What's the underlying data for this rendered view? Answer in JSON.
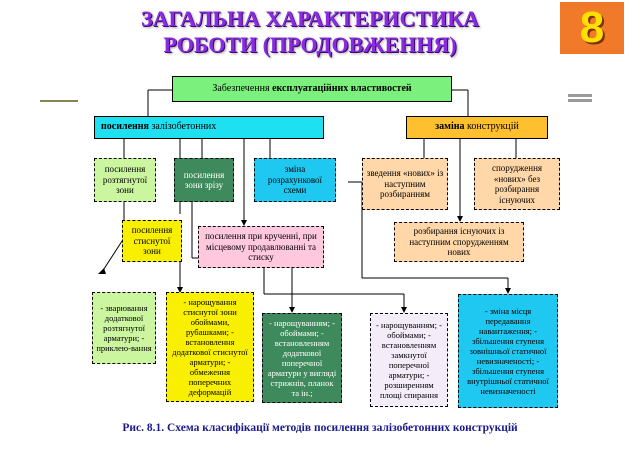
{
  "header": {
    "title_line1": "ЗАГАЛЬНА ХАРАКТЕРИСТИКА",
    "title_line2": "РОБОТИ (ПРОДОВЖЕННЯ)",
    "badge": "8"
  },
  "diagram": {
    "root": {
      "pre": "Забезпечення ",
      "bold": "експлуатаційних властивостей"
    },
    "left_branch": {
      "bold": "посилення",
      "post": " залізобетонних"
    },
    "right_branch": {
      "bold": "заміна",
      "post": " конструкцій"
    },
    "stretched_zone": "посилення розтягнутої зони",
    "shear_zone": "посилення зони зрізу",
    "scheme_change": "зміна розрахункової схеми",
    "build_new_dismantle": "зведення «нових» із наступним розбиранням",
    "build_new_no_dismantle": "спорудження «нових» без розбирання існуючих",
    "compressed_zone": "посилення стиснутої зони",
    "torsion": "посилення при крученні, при місцевому продавлюванні та стиску",
    "dismantle_existing": "розбирання існуючих із наступним спорудженням нових",
    "methods_stretched": "- зварювання додаткової розтягнутої арматури; - приклею-вання",
    "methods_compressed": "- нарощування стиснутої зони обоймами, рубашками; - встановлення додаткової стиснутої арматури; - обмеження поперечних деформацій",
    "methods_shear": "- нарощуванням; - обоймами; - встановленням додаткової поперечної арматури у вигляді стрижнів, планок та ін.;",
    "methods_torsion": "- нарощуванням; - обоймами; - встановленням замкнутої поперечної арматури; - розширенням площі спирання",
    "methods_scheme": "- зміна місця передавання навантаження; - збільшення ступеня зовнішньої статичної невизначеності; - збільшення ступеня внутрішньої статичної невизначеності"
  },
  "caption": "Рис. 8.1. Схема класифікації методів посилення залізобетонних конструкцій",
  "colors": {
    "title": "#8a2be2",
    "badge_bg": "#f07a2a",
    "badge_text": "#ffe000",
    "root": "#7cf07c",
    "left_branch": "#1ee0f0",
    "right_branch": "#ffc030",
    "light_green": "#ccf5a0",
    "dark_green": "#3e8a5c",
    "sky": "#1ec8f0",
    "peach": "#ffd7a8",
    "yellow": "#f8f000",
    "pink": "#ffc8dc",
    "lavender": "#f4ecf8",
    "gray_green": "#a8c4b0",
    "caption": "#1a1a8c"
  }
}
